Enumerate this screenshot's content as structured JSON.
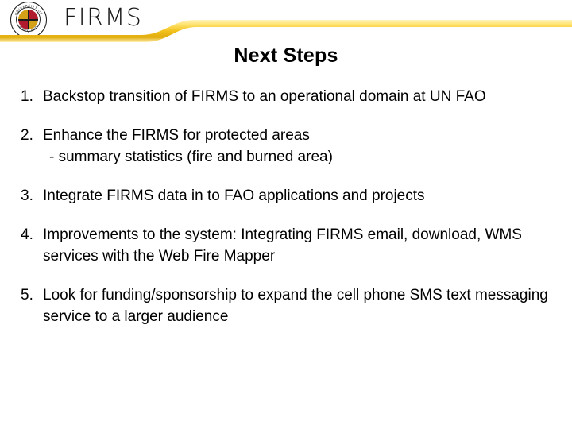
{
  "header": {
    "logo_seal_name": "university-of-maryland-seal",
    "seal_outer_text_top": "UNIVERSITY OF",
    "seal_outer_text_bottom": "MARYLAND",
    "wordmark": "FIRMS",
    "banner_color": "#F2C11C",
    "banner_highlight_color": "#FFE89A",
    "banner_shade_color": "#D9A60F"
  },
  "title": {
    "text": "Next Steps"
  },
  "steps": [
    {
      "number": "1.",
      "text": "Backstop transition of FIRMS to an operational domain at UN FAO",
      "subtext": ""
    },
    {
      "number": "2.",
      "text": "Enhance the FIRMS for protected areas",
      "subtext": "- summary statistics (fire and burned area)"
    },
    {
      "number": "3.",
      "text": "Integrate FIRMS data in to FAO applications and projects",
      "subtext": ""
    },
    {
      "number": "4.",
      "text": "Improvements to the system: Integrating FIRMS email, download, WMS services with the Web Fire Mapper",
      "subtext": ""
    },
    {
      "number": "5.",
      "text": "Look for funding/sponsorship to expand the cell phone SMS text messaging service to a larger audience",
      "subtext": ""
    }
  ]
}
